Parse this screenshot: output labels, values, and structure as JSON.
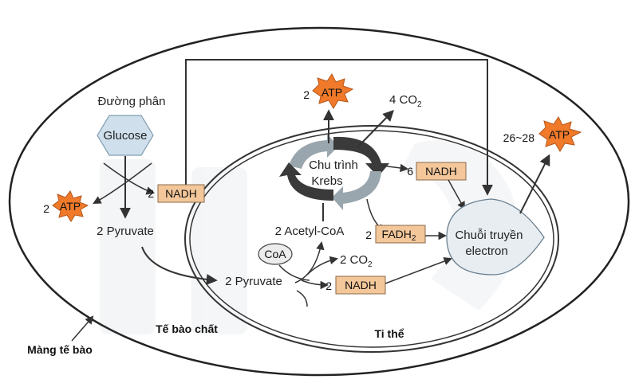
{
  "labels": {
    "glycolysis": "Đường phân",
    "glucose": "Glucose",
    "pyruvate_cytoplasm": "2 Pyruvate",
    "pyruvate_mito": "2 Pyruvate",
    "acetyl_coa": "2 Acetyl-CoA",
    "coa": "CoA",
    "co2_2": "2 CO",
    "co2_2_sub": "2",
    "co2_4": "4 CO",
    "co2_4_sub": "2",
    "krebs_line1": "Chu trình",
    "krebs_line2": "Krebs",
    "etc_line1": "Chuỗi truyền",
    "etc_line2": "electron",
    "cytoplasm": "Tế bào chất",
    "mitochondrion": "Ti thể",
    "cell_membrane": "Màng tế bào"
  },
  "boxes": {
    "nadh_glycolysis": "NADH",
    "nadh_glycolysis_coef": "2",
    "nadh_krebs": "NADH",
    "nadh_krebs_coef": "6",
    "fadh2": "FADH",
    "fadh2_sub": "2",
    "fadh2_coef": "2",
    "nadh_pyruvate": "NADH",
    "nadh_pyruvate_coef": "2"
  },
  "atp": {
    "glycolysis_label": "ATP",
    "glycolysis_coef": "2",
    "krebs_label": "ATP",
    "krebs_coef": "2",
    "etc_label": "ATP",
    "etc_coef": "26~28"
  },
  "colors": {
    "box_fill": "#f3c79a",
    "atp_fill": "#f07a2a",
    "glucose_fill": "#cfe0ec",
    "etc_fill": "#e8edf1",
    "krebs_arrow_gray": "#9aa6ae",
    "krebs_arrow_dark": "#3a3a3a"
  }
}
